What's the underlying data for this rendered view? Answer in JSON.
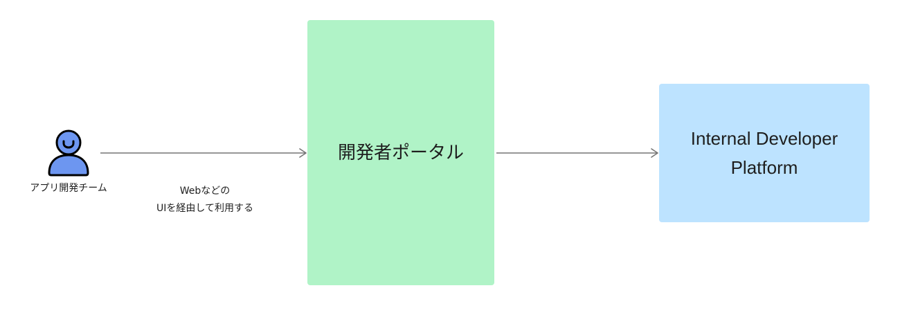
{
  "actor": {
    "icon": "person-icon",
    "label": "アプリ開発チーム"
  },
  "edge_actor_to_portal": {
    "label_line1": "Webなどの",
    "label_line2": "UIを経由して利用する"
  },
  "portal": {
    "title": "開発者ポータル"
  },
  "platform": {
    "title_line1": "Internal Developer",
    "title_line2": "Platform"
  },
  "colors": {
    "portal_fill": "#b0f3c7",
    "platform_fill": "#bde3ff",
    "person_fill": "#6d96f0",
    "arrow": "#757575"
  }
}
